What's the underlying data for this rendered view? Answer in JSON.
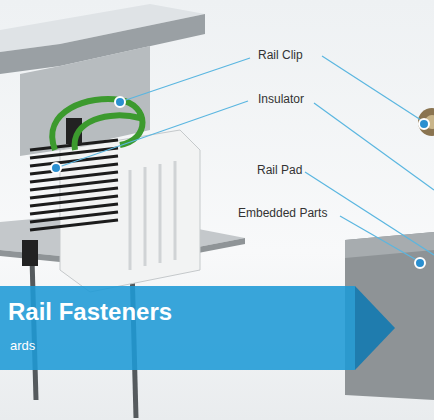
{
  "diagram": {
    "nodes": [
      {
        "text": [
          "Rail Fasteners",
          "ards"
        ]
      }
    ],
    "labels": [
      "Rail Clip",
      "Insulator",
      "Rail Pad",
      "Embedded Parts"
    ]
  }
}
